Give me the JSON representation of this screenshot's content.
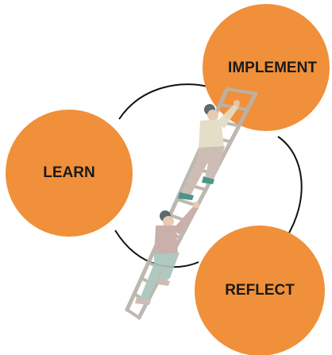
{
  "colors": {
    "circle_fill": "#f0903a",
    "arc_stroke": "#111111",
    "ladder": "#b9b3ab",
    "figure_top_shirt": "#e3dcc5",
    "figure_top_pants": "#cbb9b0",
    "figure_bottom_shirt": "#c7aaa5",
    "figure_bottom_pants": "#a9c5bc",
    "shoes": "#3f8f80",
    "hair": "#506060",
    "skin": "#e7c7ab"
  },
  "nodes": {
    "learn": {
      "label": "LEARN"
    },
    "implement": {
      "label": "IMPLEMENT"
    },
    "reflect": {
      "label": "REFLECT"
    }
  },
  "illustration": {
    "icon": "ladder-climbers-icon"
  }
}
